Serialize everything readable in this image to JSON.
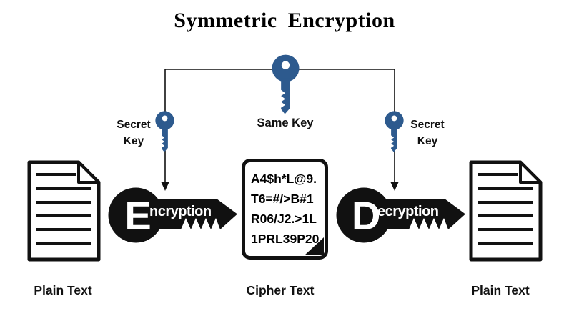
{
  "title": "Symmetric Encryption",
  "colors": {
    "key_blue": "#2d5a8e",
    "line_black": "#111111"
  },
  "icons": {
    "center_key": "key-icon",
    "left_key": "key-icon",
    "right_key": "key-icon",
    "left_document": "document-icon",
    "right_document": "document-icon",
    "encryption_shape": "encryption-key-icon",
    "decryption_shape": "decryption-key-icon"
  },
  "top_section": {
    "same_key_label": "Same Key",
    "left_secret_key": {
      "line1": "Secret",
      "line2": "Key"
    },
    "right_secret_key": {
      "line1": "Secret",
      "line2": "Key"
    }
  },
  "encryption_key": {
    "initial": "E",
    "rest": "ncryption"
  },
  "decryption_key": {
    "initial": "D",
    "rest": "ecryption"
  },
  "cipher_box": {
    "lines": [
      "A4$h*L@9.",
      "T6=#/>B#1",
      "R06/J2.>1L",
      "1PRL39P20"
    ]
  },
  "bottom_labels": {
    "left": "Plain Text",
    "center": "Cipher Text",
    "right": "Plain Text"
  }
}
